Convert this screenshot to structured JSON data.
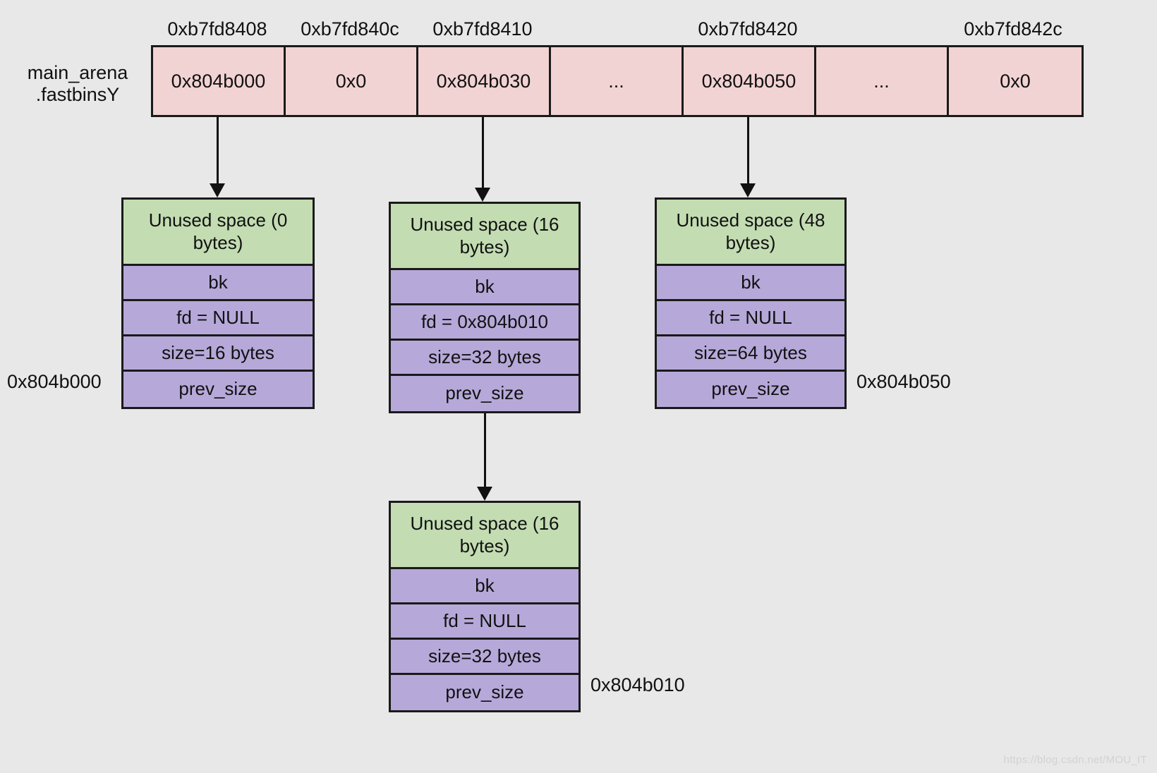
{
  "diagram": {
    "title": "glibc fastbins linked-list layout",
    "background_color": "#e8e8e8",
    "colors": {
      "fastbins_cell": "#f2d3d3",
      "unused_space": "#c3dcb2",
      "chunk_field": "#b6a9d9",
      "stroke": "#1a1a1a"
    }
  },
  "fastbins": {
    "label_line1": "main_arena",
    "label_line2": ".fastbinsY",
    "address_ticks": [
      {
        "text": "0xb7fd8408",
        "cell_index": 0
      },
      {
        "text": "0xb7fd840c",
        "cell_index": 1
      },
      {
        "text": "0xb7fd8410",
        "cell_index": 2
      },
      {
        "text": "0xb7fd8420",
        "cell_index": 4
      },
      {
        "text": "0xb7fd842c",
        "cell_index": 6
      }
    ],
    "cells": [
      {
        "value": "0x804b000",
        "has_arrow": true
      },
      {
        "value": "0x0",
        "has_arrow": false
      },
      {
        "value": "0x804b030",
        "has_arrow": true
      },
      {
        "value": "...",
        "has_arrow": false
      },
      {
        "value": "0x804b050",
        "has_arrow": true
      },
      {
        "value": "...",
        "has_arrow": false
      },
      {
        "value": "0x0",
        "has_arrow": false
      }
    ]
  },
  "chunks": [
    {
      "id": "chunk-0x804b000",
      "address_caption": "0x804b000",
      "caption_side": "left",
      "rows": [
        {
          "type": "unused",
          "text": "Unused space (0 bytes)"
        },
        {
          "type": "field",
          "text": "bk"
        },
        {
          "type": "field",
          "text": "fd = NULL"
        },
        {
          "type": "field",
          "text": "size=16 bytes"
        },
        {
          "type": "field",
          "text": "prev_size"
        }
      ]
    },
    {
      "id": "chunk-0x804b030",
      "address_caption": "",
      "caption_side": "none",
      "rows": [
        {
          "type": "unused",
          "text": "Unused space (16 bytes)"
        },
        {
          "type": "field",
          "text": "bk"
        },
        {
          "type": "field",
          "text": "fd = 0x804b010"
        },
        {
          "type": "field",
          "text": "size=32 bytes"
        },
        {
          "type": "field",
          "text": "prev_size"
        }
      ]
    },
    {
      "id": "chunk-0x804b050",
      "address_caption": "0x804b050",
      "caption_side": "right",
      "rows": [
        {
          "type": "unused",
          "text": "Unused space (48 bytes)"
        },
        {
          "type": "field",
          "text": "bk"
        },
        {
          "type": "field",
          "text": "fd = NULL"
        },
        {
          "type": "field",
          "text": "size=64 bytes"
        },
        {
          "type": "field",
          "text": "prev_size"
        }
      ]
    },
    {
      "id": "chunk-0x804b010",
      "address_caption": "0x804b010",
      "caption_side": "right",
      "rows": [
        {
          "type": "unused",
          "text": "Unused space (16 bytes)"
        },
        {
          "type": "field",
          "text": "bk"
        },
        {
          "type": "field",
          "text": "fd = NULL"
        },
        {
          "type": "field",
          "text": "size=32 bytes"
        },
        {
          "type": "field",
          "text": "prev_size"
        }
      ]
    }
  ],
  "watermark": "https://blog.csdn.net/MOU_IT"
}
